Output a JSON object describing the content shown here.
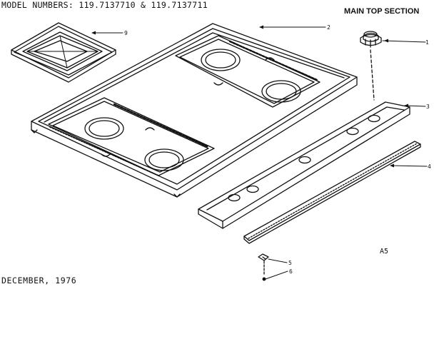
{
  "header": {
    "model_numbers": "MODEL NUMBERS: 119.7137710 & 119.7137711",
    "section_title": "MAIN TOP SECTION"
  },
  "footer": {
    "date": "DECEMBER, 1976",
    "page_code": "A5"
  },
  "callouts": [
    {
      "id": "1",
      "label": "1"
    },
    {
      "id": "2",
      "label": "2"
    },
    {
      "id": "3",
      "label": "3"
    },
    {
      "id": "4",
      "label": "4"
    },
    {
      "id": "5",
      "label": "5"
    },
    {
      "id": "6",
      "label": "6"
    },
    {
      "id": "9",
      "label": "9"
    }
  ]
}
